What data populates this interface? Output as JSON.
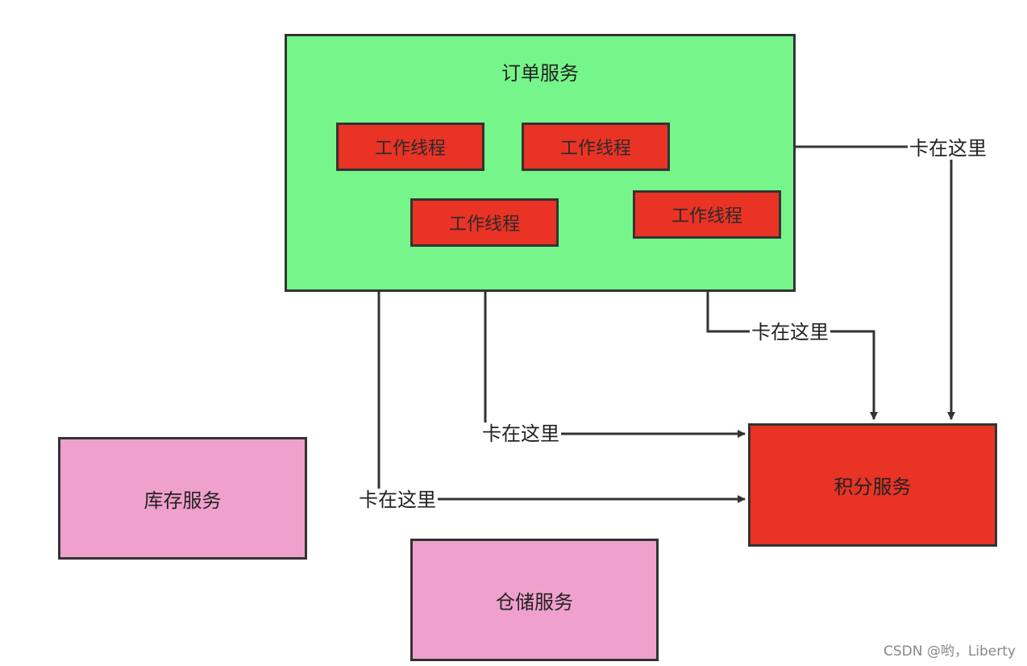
{
  "order_service": {
    "title": "订单服务",
    "workers": [
      "工作线程",
      "工作线程",
      "工作线程",
      "工作线程"
    ]
  },
  "inventory_service": {
    "title": "库存服务"
  },
  "storage_service": {
    "title": "仓储服务"
  },
  "points_service": {
    "title": "积分服务"
  },
  "labels": {
    "blocked_1": "卡在这里",
    "blocked_2": "卡在这里",
    "blocked_3": "卡在这里",
    "blocked_4": "卡在这里"
  },
  "colors": {
    "order_service": "#76f58a",
    "worker_thread": "#e83325",
    "points_service": "#e83325",
    "other_service": "#f0a0cc",
    "line": "#333333"
  },
  "watermark": "CSDN @哟，Liberty"
}
